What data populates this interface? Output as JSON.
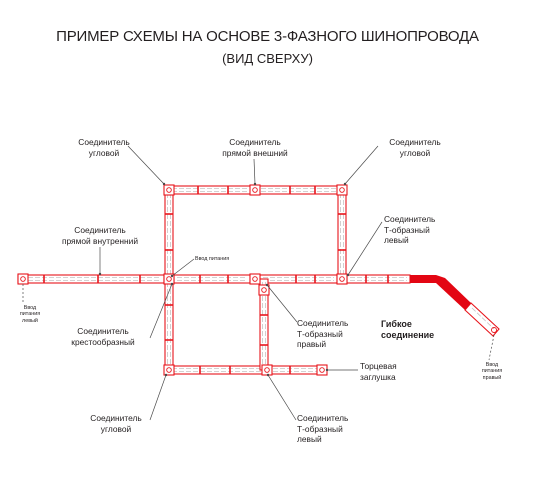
{
  "title": "ПРИМЕР СХЕМЫ НА ОСНОВЕ 3-ФАЗНОГО ШИНОПРОВОДА",
  "subtitle": "(ВИД СВЕРХУ)",
  "labels": {
    "corner_tl": "Соединитель\nугловой",
    "straight_outer": "Соединитель\nпрямой внешний",
    "corner_tr": "Соединитель\nугловой",
    "straight_inner": "Соединитель\nпрямой внутренний",
    "t_left_right": "Соединитель\nТ-образный\nлевый",
    "power_input_center": "Ввод питания",
    "power_input_left": "Ввод\nпитания\nлевый",
    "cross": "Соединитель\nкрестообразный",
    "t_right": "Соединитель\nТ-образный\nправый",
    "flexible": "Гибкое\nсоединение",
    "power_input_right": "Ввод\nпитания\nправый",
    "end_cap": "Торцевая\nзаглушка",
    "corner_bottom": "Соединитель\nугловой",
    "t_left_bottom": "Соединитель\nТ-образный\nлевый"
  },
  "colors": {
    "track": "#e8141b",
    "track_fill": "#ffffff",
    "inner_line": "#c7c2c2",
    "flex": "#e30613",
    "text": "#231f20",
    "pointer": "#4a4a4a"
  }
}
